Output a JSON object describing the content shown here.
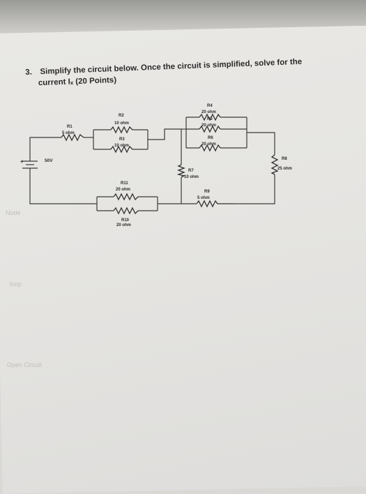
{
  "question": {
    "number": "3.",
    "line1": "Simplify the circuit below. Once the circuit is simplified, solve for the",
    "line2": "current Iₓ (20 Points)"
  },
  "circuit": {
    "source": {
      "label": "50V"
    },
    "resistors": [
      {
        "name": "R1",
        "value": "5 ohm"
      },
      {
        "name": "R2",
        "value": "10 ohm"
      },
      {
        "name": "R3",
        "value": "10 ohm"
      },
      {
        "name": "R4",
        "value": "20 ohm"
      },
      {
        "name": "R5",
        "value": "20 ohm"
      },
      {
        "name": "R6",
        "value": "20 ohm"
      },
      {
        "name": "R7",
        "value": "10 ohm"
      },
      {
        "name": "R8",
        "value": "25 ohm"
      },
      {
        "name": "R9",
        "value": "5 ohm"
      },
      {
        "name": "R10",
        "value": "20 ohm"
      },
      {
        "name": "R11",
        "value": "20 ohm"
      }
    ]
  },
  "bleed_through": [
    "Open Circuit",
    "loop",
    "Node"
  ]
}
